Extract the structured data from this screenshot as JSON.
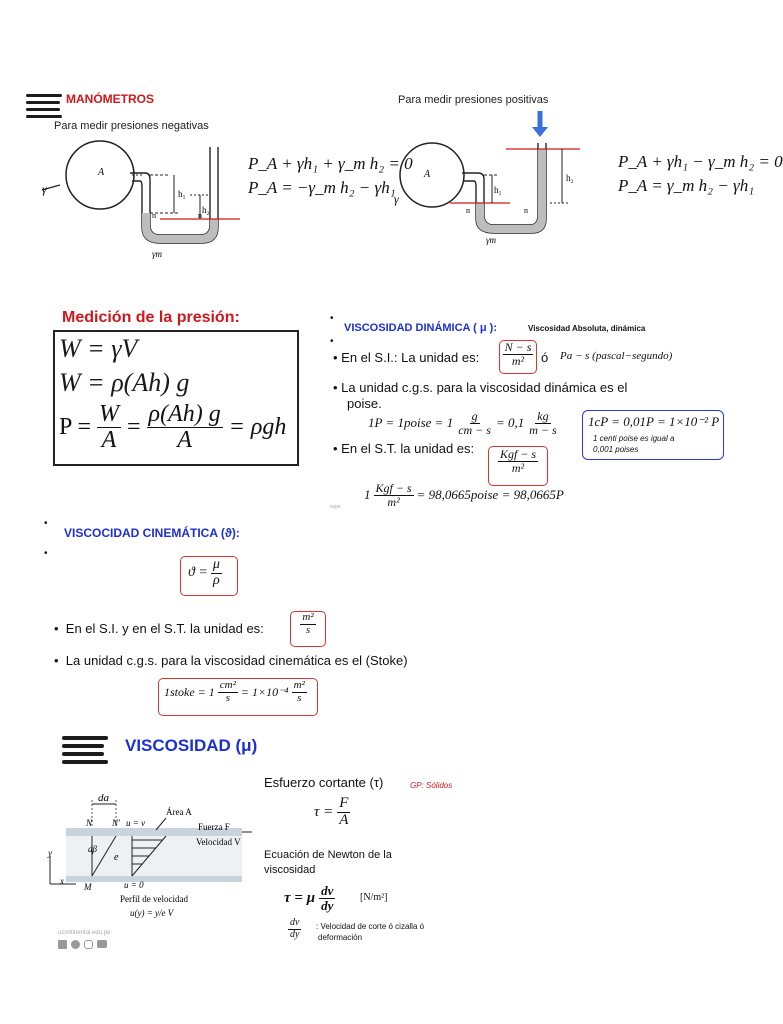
{
  "manometros": {
    "title": "MANÓMETROS",
    "neg_caption": "Para medir presiones negativas",
    "pos_caption": "Para medir presiones positivas",
    "neg_eq1": "P_A + γh₁ + γ_m h₂ = 0",
    "neg_eq2": "P_A = −γ_m h₂ − γh₁",
    "pos_eq1": "P_A + γh₁ − γ_m h₂ = 0",
    "pos_eq2": "P_A = γ_m h₂ − γh₁",
    "fig": {
      "A": "A",
      "gamma": "γ",
      "h1": "h₁",
      "h2": "h₂",
      "n": "n",
      "gm": "γm"
    }
  },
  "medicion": {
    "title": "Medición de la presión:",
    "line1": "W = γV",
    "line2": "W = ρ(Ah) g",
    "line3_lhs": "P =",
    "line3_f1_num": "W",
    "line3_f1_den": "A",
    "line3_f2_num": "ρ(Ah) g",
    "line3_f2_den": "A",
    "line3_rhs": "= ρgh"
  },
  "visc_din": {
    "title": "VISCOSIDAD DINÁMICA ( μ ):",
    "subtitle": "Viscosidad Absoluta, dinámica",
    "si_text": "En el S.I.: La unidad es:",
    "si_unit_num": "N − s",
    "si_unit_den": "m²",
    "or": "ó",
    "si_alt": "Pa − s (pascal−segundo)",
    "cgs_text_1": "La unidad c.g.s. para la viscosidad dinámica es el",
    "cgs_text_2": "poise.",
    "cgs_eq": "1P = 1poise = 1 g/(cm−s) = 0,1 kg/(m−s)",
    "cp_eq": "1cP = 0,01P = 1×10⁻² P",
    "cp_note_1": "1 centi poise es igual a",
    "cp_note_2": "0,001 poises",
    "st_text": "En el S.T. la unidad es:",
    "st_unit_num": "Kgf − s",
    "st_unit_den": "m²",
    "st_eq": "1 Kgf−s/m² = 98,0665poise = 98,0665P",
    "tiny_mark": "supe"
  },
  "visc_cin": {
    "title": "VISCOCIDAD CINEMÁTICA (ϑ):",
    "def_lhs": "ϑ =",
    "def_num": "μ",
    "def_den": "ρ",
    "si_text": "En el S.I. y en el S.T. la unidad es:",
    "si_num": "m²",
    "si_den": "s",
    "cgs_text": "La unidad c.g.s. para la viscosidad cinemática es el (Stoke)",
    "stoke_eq_a": "1stoke = 1",
    "stoke_f1_num": "cm²",
    "stoke_f1_den": "s",
    "stoke_eq_b": "= 1×10⁻⁴",
    "stoke_f2_num": "m²",
    "stoke_f2_den": "s"
  },
  "viscosidad": {
    "title": "VISCOSIDAD (μ)",
    "shear": "Esfuerzo cortante (τ)",
    "gp": "GP: Sólidos",
    "tau_lhs": "τ =",
    "tau_num": "F",
    "tau_den": "A",
    "newton_1": "Ecuación de Newton de la",
    "newton_2": "viscosidad",
    "newton_lhs": "τ = μ",
    "newton_num": "dv",
    "newton_den": "dy",
    "newton_unit": "[N/m²]",
    "dvdy_num": "dv",
    "dvdy_den": "dy",
    "dvdy_desc_1": ": Velocidad de corte ó cizalla ó",
    "dvdy_desc_2": "deformación",
    "fig": {
      "da": "da",
      "area": "Área A",
      "N": "N",
      "Np": "N′",
      "uv": "u = v",
      "force": "Fuerza F",
      "vel": "Velocidad V",
      "dbeta": "dβ",
      "e": "e",
      "y": "y",
      "x": "x",
      "M": "M",
      "u0": "u = 0",
      "profile": "Perfil de velocidad",
      "uy": "u(y) = y/e V"
    },
    "website": "ucontinental.edu.pe"
  }
}
